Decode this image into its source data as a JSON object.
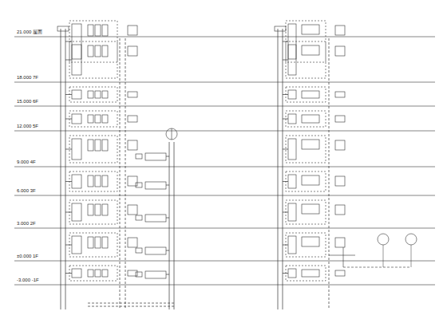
{
  "diagram": {
    "labels": [
      "21.000 屋面",
      "18.000 7F",
      "15.000 6F",
      "12.000 5F",
      "9.000 4F",
      "6.000 3F",
      "3.000 2F",
      "±0.000 1F",
      "-3.000 -1F"
    ]
  }
}
